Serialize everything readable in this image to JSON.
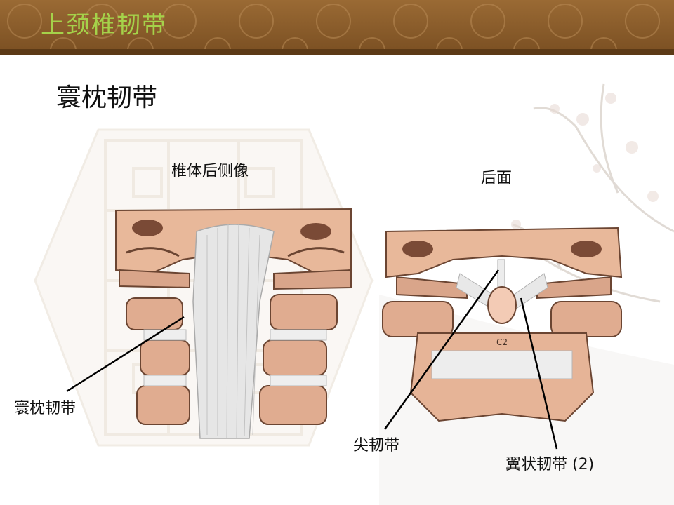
{
  "slide": {
    "title": "上颈椎韧带",
    "subtitle": "寰枕韧带"
  },
  "figures": {
    "left_caption": "椎体后侧像",
    "right_caption": "后面",
    "right_vertebra_label": "C2"
  },
  "labels": {
    "atlanto_occipital": "寰枕韧带",
    "apical": "尖韧带",
    "alar": "翼状韧带 (2)"
  },
  "colors": {
    "header": "#8a5c2a",
    "title": "#a5d24a",
    "bone": "#e8b89a",
    "ligament": "#e6e6e6"
  }
}
